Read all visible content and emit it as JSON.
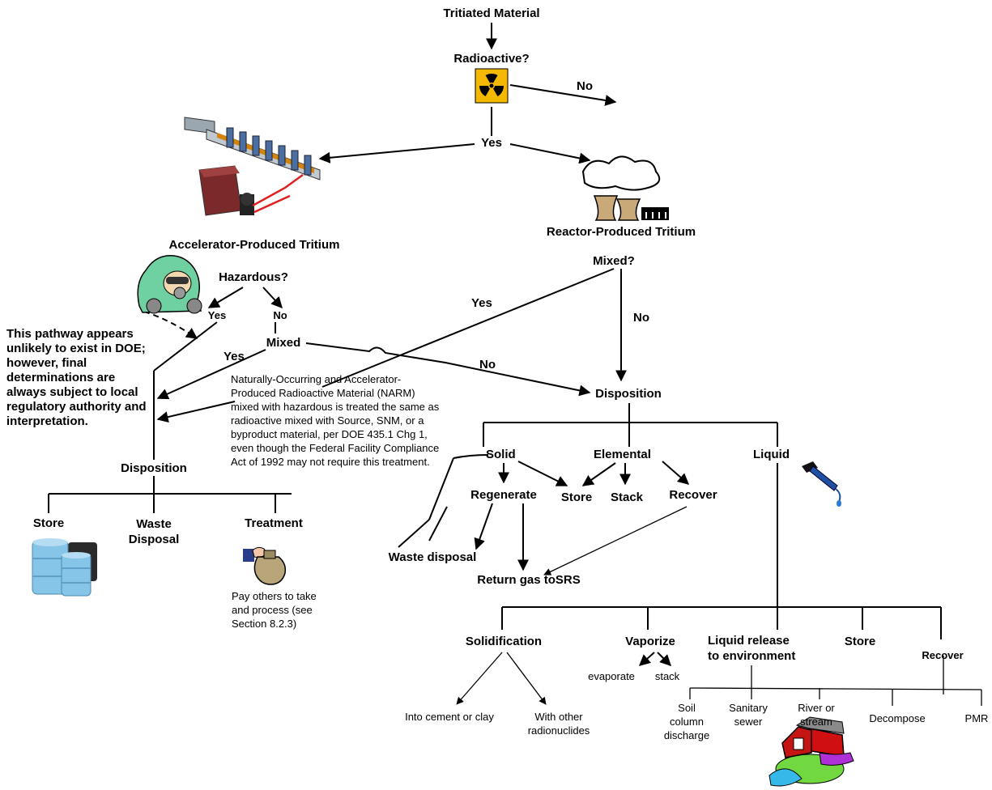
{
  "nodes": {
    "tritiated_material": "Tritiated Material",
    "radioactive": "Radioactive?",
    "no_radioactive": "No",
    "yes_radioactive": "Yes",
    "accelerator": "Accelerator-Produced Tritium",
    "reactor": "Reactor-Produced Tritium",
    "hazardous": "Hazardous?",
    "haz_yes": "Yes",
    "haz_no": "No",
    "mixed_left": "Mixed",
    "mixed_left_yes": "Yes",
    "mixed_right": "Mixed?",
    "mixed_right_yes": "Yes",
    "mixed_right_no": "No",
    "mixed_to_disp_no": "No",
    "disposition_left": "Disposition",
    "disposition_right": "Disposition",
    "store_left": "Store",
    "waste_disposal_left": "Waste\nDisposal",
    "treatment": "Treatment",
    "solid": "Solid",
    "elemental": "Elemental",
    "liquid": "Liquid",
    "regenerate": "Regenerate",
    "store_mid": "Store",
    "stack_mid": "Stack",
    "recover_mid": "Recover",
    "waste_disposal_mid": "Waste disposal",
    "return_gas": "Return gas toSRS",
    "solidification": "Solidification",
    "vaporize": "Vaporize",
    "liquid_release": "Liquid release\nto environment",
    "store_liq": "Store",
    "recover_liq": "Recover",
    "evaporate": "evaporate",
    "stack_liq": "stack",
    "into_cement": "Into cement or clay",
    "with_other": "With other\nradionuclides",
    "soil_column": "Soil\ncolumn\ndischarge",
    "sanitary_sewer": "Sanitary\nsewer",
    "river_stream": "River or\nstream",
    "decompose": "Decompose",
    "pmr": "PMR"
  },
  "notes": {
    "pathway_note": "This pathway appears unlikely to exist in DOE; however, final determinations are always subject to local regulatory authority and interpretation.",
    "narm_note": "Naturally-Occurring and Accelerator-Produced Radioactive Material (NARM) mixed with hazardous is treated the same as radioactive mixed with Source, SNM, or a byproduct material, per DOE 435.1 Chg 1, even though the Federal Facility Compliance Act of 1992 may not require this treatment.",
    "pay_others": "Pay others to take and process (see Section 8.2.3)"
  },
  "colors": {
    "radiation_sign_bg": "#f5b800",
    "line": "#000000"
  },
  "icons": [
    "radiation-symbol-icon",
    "particle-accelerator-icon",
    "cooling-towers-icon",
    "hazmat-worker-icon",
    "drums-icon",
    "money-bag-icon",
    "eyedropper-icon",
    "farm-barn-icon"
  ]
}
